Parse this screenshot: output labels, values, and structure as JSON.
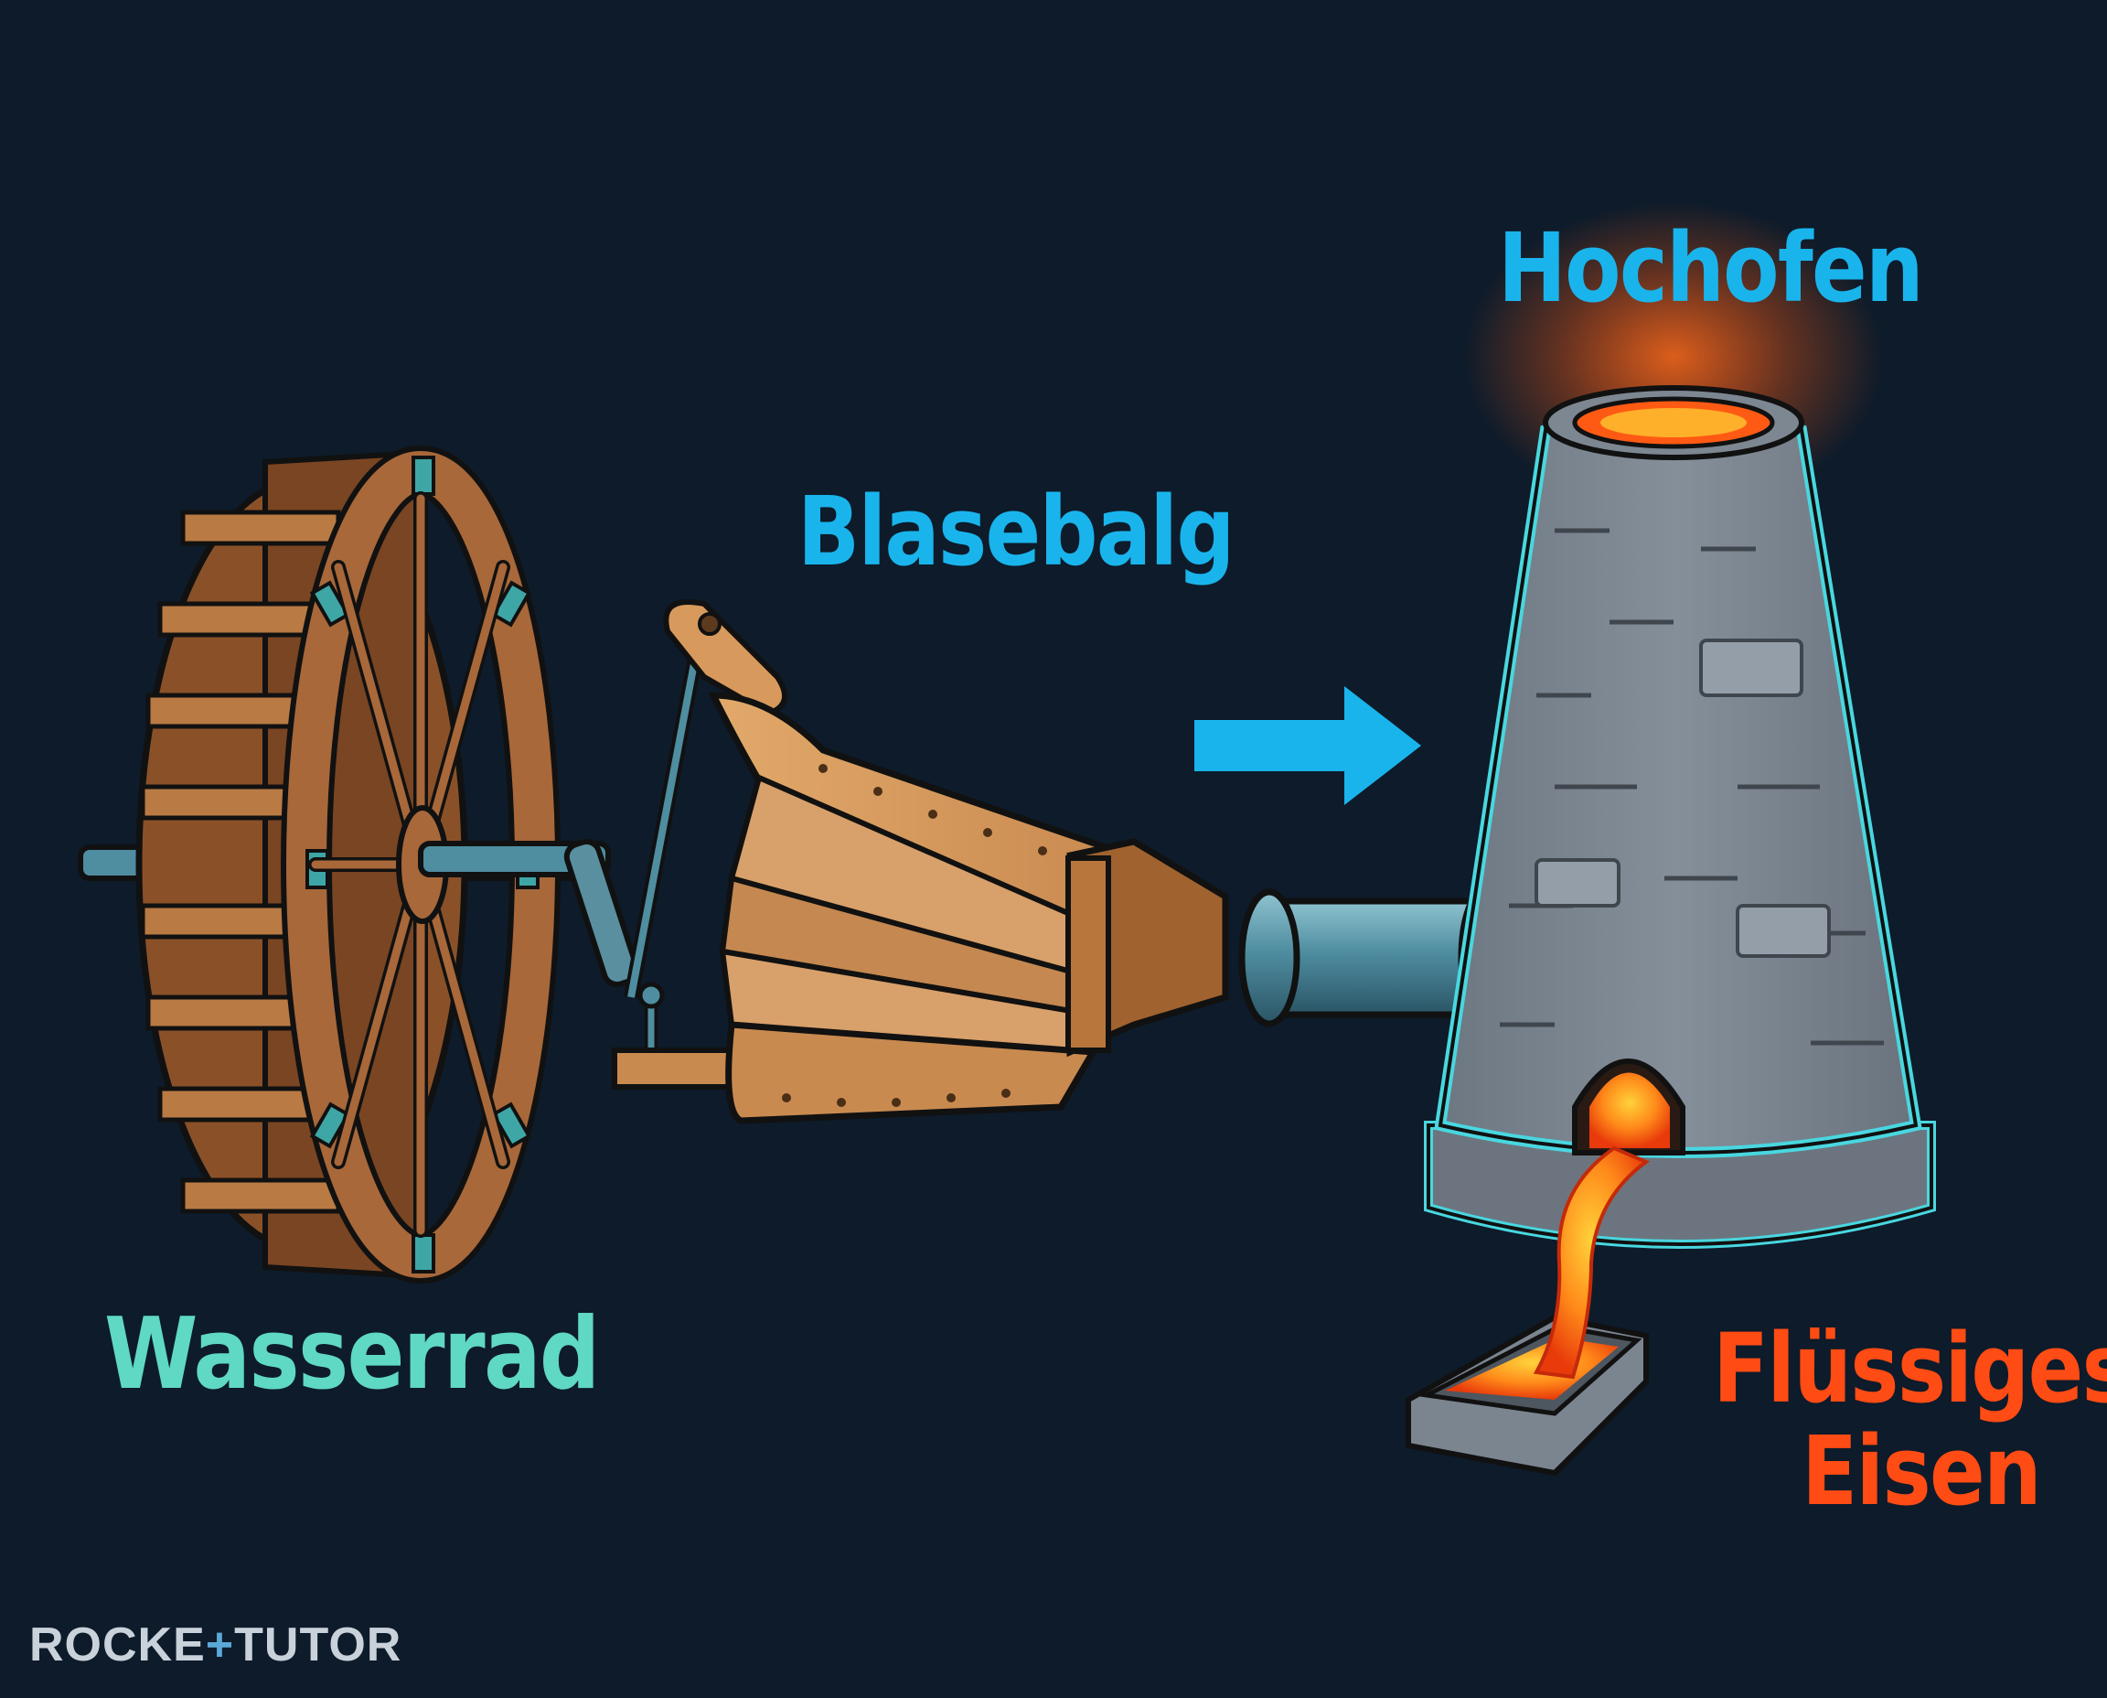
{
  "labels": {
    "hochofen": "Hochofen",
    "blasebalg": "Blasebalg",
    "wasserrad": "Wasserrad",
    "eisen_line1": "Flüssiges",
    "eisen_line2": "Eisen"
  },
  "brand": {
    "left": "ROCKE",
    "right": "TUTOR"
  },
  "colors": {
    "background": "#0d1b2a",
    "label_cyan": "#1ab4ec",
    "label_teal": "#5fd8c4",
    "label_orange": "#ff4b14",
    "wood": "#a8683a",
    "metal": "#4f8da0",
    "stone": "#7b8590",
    "molten": "#ff7a1a"
  },
  "icons": [
    "water-wheel",
    "bellows",
    "arrow-right",
    "blast-furnace",
    "molten-iron-mold"
  ]
}
